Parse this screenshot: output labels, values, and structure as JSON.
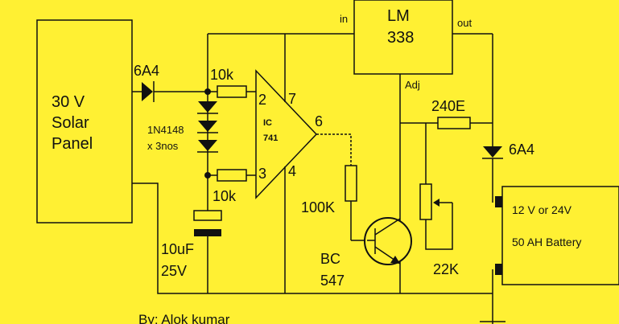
{
  "colors": {
    "background": "#FFF033",
    "ink": "#111111"
  },
  "solar_panel": {
    "line1": "30 V",
    "line2": "Solar",
    "line3": "Panel"
  },
  "regulator": {
    "line1": "LM",
    "line2": "338",
    "pin_in": "in",
    "pin_out": "out",
    "pin_adj": "Adj"
  },
  "opamp": {
    "line1": "IC",
    "line2": "741",
    "pin2": "2",
    "pin3": "3",
    "pin4": "4",
    "pin6": "6",
    "pin7": "7"
  },
  "battery": {
    "line1": "12 V or 24V",
    "line2": "50 AH Battery"
  },
  "labels": {
    "diode_input": "6A4",
    "resistor_top": "10k",
    "resistor_bottom": "10k",
    "diode_string_line1": "1N4148",
    "diode_string_line2": "x 3nos",
    "cap_value": "10uF",
    "cap_voltage": "25V",
    "resistor_base": "100K",
    "transistor_line1": "BC",
    "transistor_line2": "547",
    "resistor_adj": "240E",
    "diode_output": "6A4",
    "pot": "22K"
  },
  "credit": "By: Alok kumar"
}
